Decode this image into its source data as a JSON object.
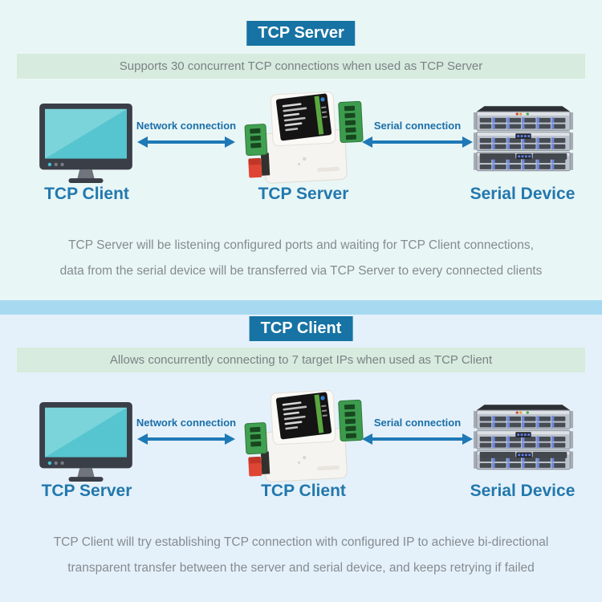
{
  "colors": {
    "background_top": "#e9f6f6",
    "background_bottom": "#e5f1fa",
    "divider": "#a7daf1",
    "title_badge_bg": "#1673a3",
    "title_badge_text": "#ffffff",
    "subtitle_bar_bg": "#d7ebde",
    "subtitle_text": "#7a8287",
    "node_label_blue": "#2278ad",
    "connection_label_blue": "#1a6fa9",
    "arrow_blue": "#1e79b6",
    "description_gray": "#858b91"
  },
  "icons": {
    "left_node": "monitor-icon",
    "center_node": "din-rail-serial-server-icon",
    "right_node": "server-rack-icon",
    "connection": "double-arrow-icon"
  },
  "sections": [
    {
      "title": "TCP Server",
      "subtitle": "Supports 30 concurrent TCP connections when used as TCP Server",
      "nodes": {
        "left": "TCP Client",
        "center": "TCP Server",
        "right": "Serial Device"
      },
      "connections": {
        "left": "Network connection",
        "right": "Serial connection"
      },
      "description": [
        "TCP Server will be listening configured ports and waiting for TCP Client connections,",
        "data from the serial device will be transferred via TCP Server to every connected clients"
      ]
    },
    {
      "title": "TCP Client",
      "subtitle": "Allows concurrently connecting to 7 target IPs when used as TCP Client",
      "nodes": {
        "left": "TCP Server",
        "center": "TCP Client",
        "right": "Serial Device"
      },
      "connections": {
        "left": "Network connection",
        "right": "Serial connection"
      },
      "description": [
        "TCP Client will try establishing TCP connection with configured IP to achieve bi-directional",
        "transparent transfer between the server and serial device, and keeps retrying if failed"
      ]
    }
  ]
}
